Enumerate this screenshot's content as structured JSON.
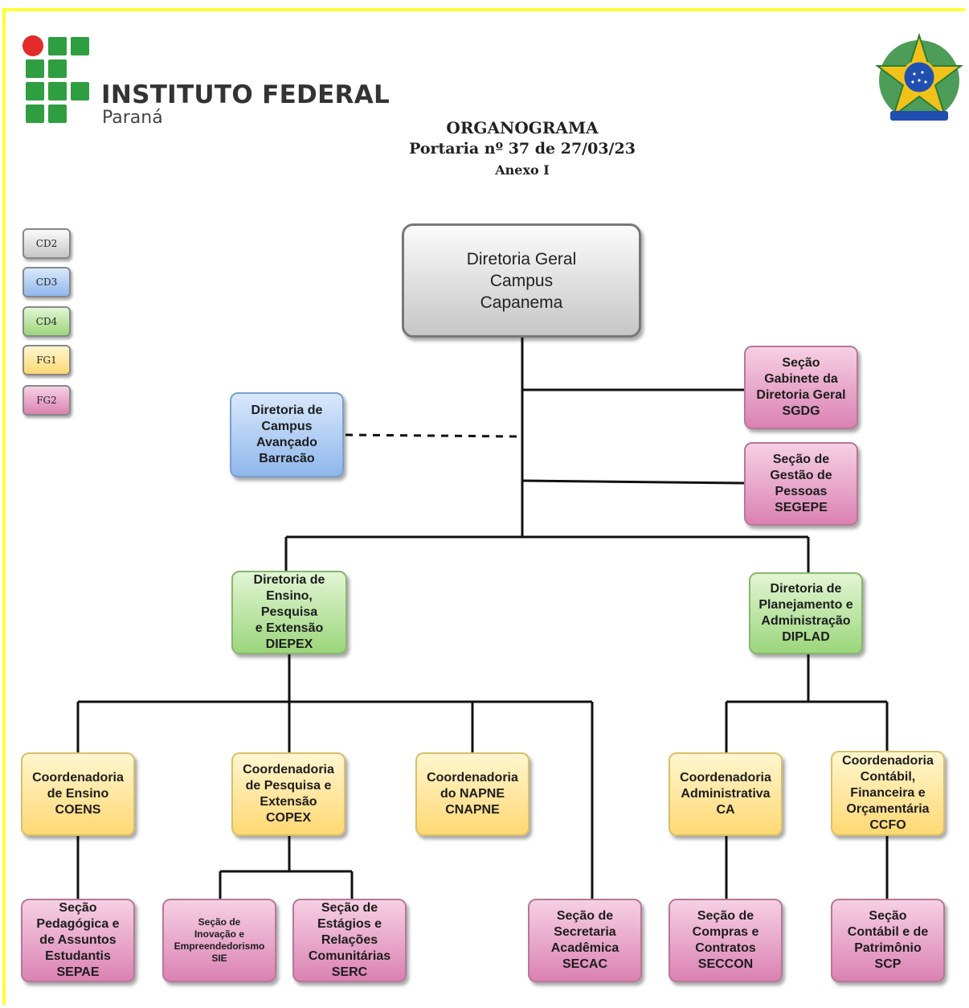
{
  "header": {
    "institution": "INSTITUTO FEDERAL",
    "state": "Paraná",
    "title": "ORGANOGRAMA",
    "subtitle": "Portaria nº 37 de 27/03/23",
    "annex": "Anexo I"
  },
  "legend": [
    {
      "code": "CD2",
      "color": "#c8c8c8"
    },
    {
      "code": "CD3",
      "color": "#8fb7ec"
    },
    {
      "code": "CD4",
      "color": "#9bd67c"
    },
    {
      "code": "FG1",
      "color": "#ffd873"
    },
    {
      "code": "FG2",
      "color": "#db82b3"
    }
  ],
  "nodes": {
    "dg": "Diretoria Geral\nCampus\nCapanema",
    "sgdg": "Seção\nGabinete da\nDiretoria Geral\nSGDG",
    "segepe": "Seção de\nGestão de\nPessoas\nSEGEPE",
    "barracao": "Diretoria de\nCampus\nAvançado\nBarracão",
    "diepex": "Diretoria de\nEnsino,\nPesquisa\ne Extensão\nDIEPEX",
    "diplad": "Diretoria de\nPlanejamento e\nAdministração\nDIPLAD",
    "coens": "Coordenadoria\nde Ensino\nCOENS",
    "copex": "Coordenadoria\nde Pesquisa e\nExtensão\nCOPEX",
    "cnapne": "Coordenadoria\ndo NAPNE\nCNAPNE",
    "ca": "Coordenadoria\nAdministrativa\nCA",
    "ccfo": "Coordenadoria\nContábil,\nFinanceira e\nOrçamentária\nCCFO",
    "sepae": "Seção\nPedagógica e\nde Assuntos\nEstudantis\nSEPAE",
    "sie": "Seção de\nInovação e\nEmpreendedorismo\nSIE",
    "serc": "Seção de\nEstágios e\nRelações\nComunitárias\nSERC",
    "secac": "Seção de\nSecretaria\nAcadêmica\nSECAC",
    "seccon": "Seção de\nCompras e\nContratos\nSECCON",
    "scp": "Seção\nContábil e de\nPatrimônio\nSCP"
  }
}
